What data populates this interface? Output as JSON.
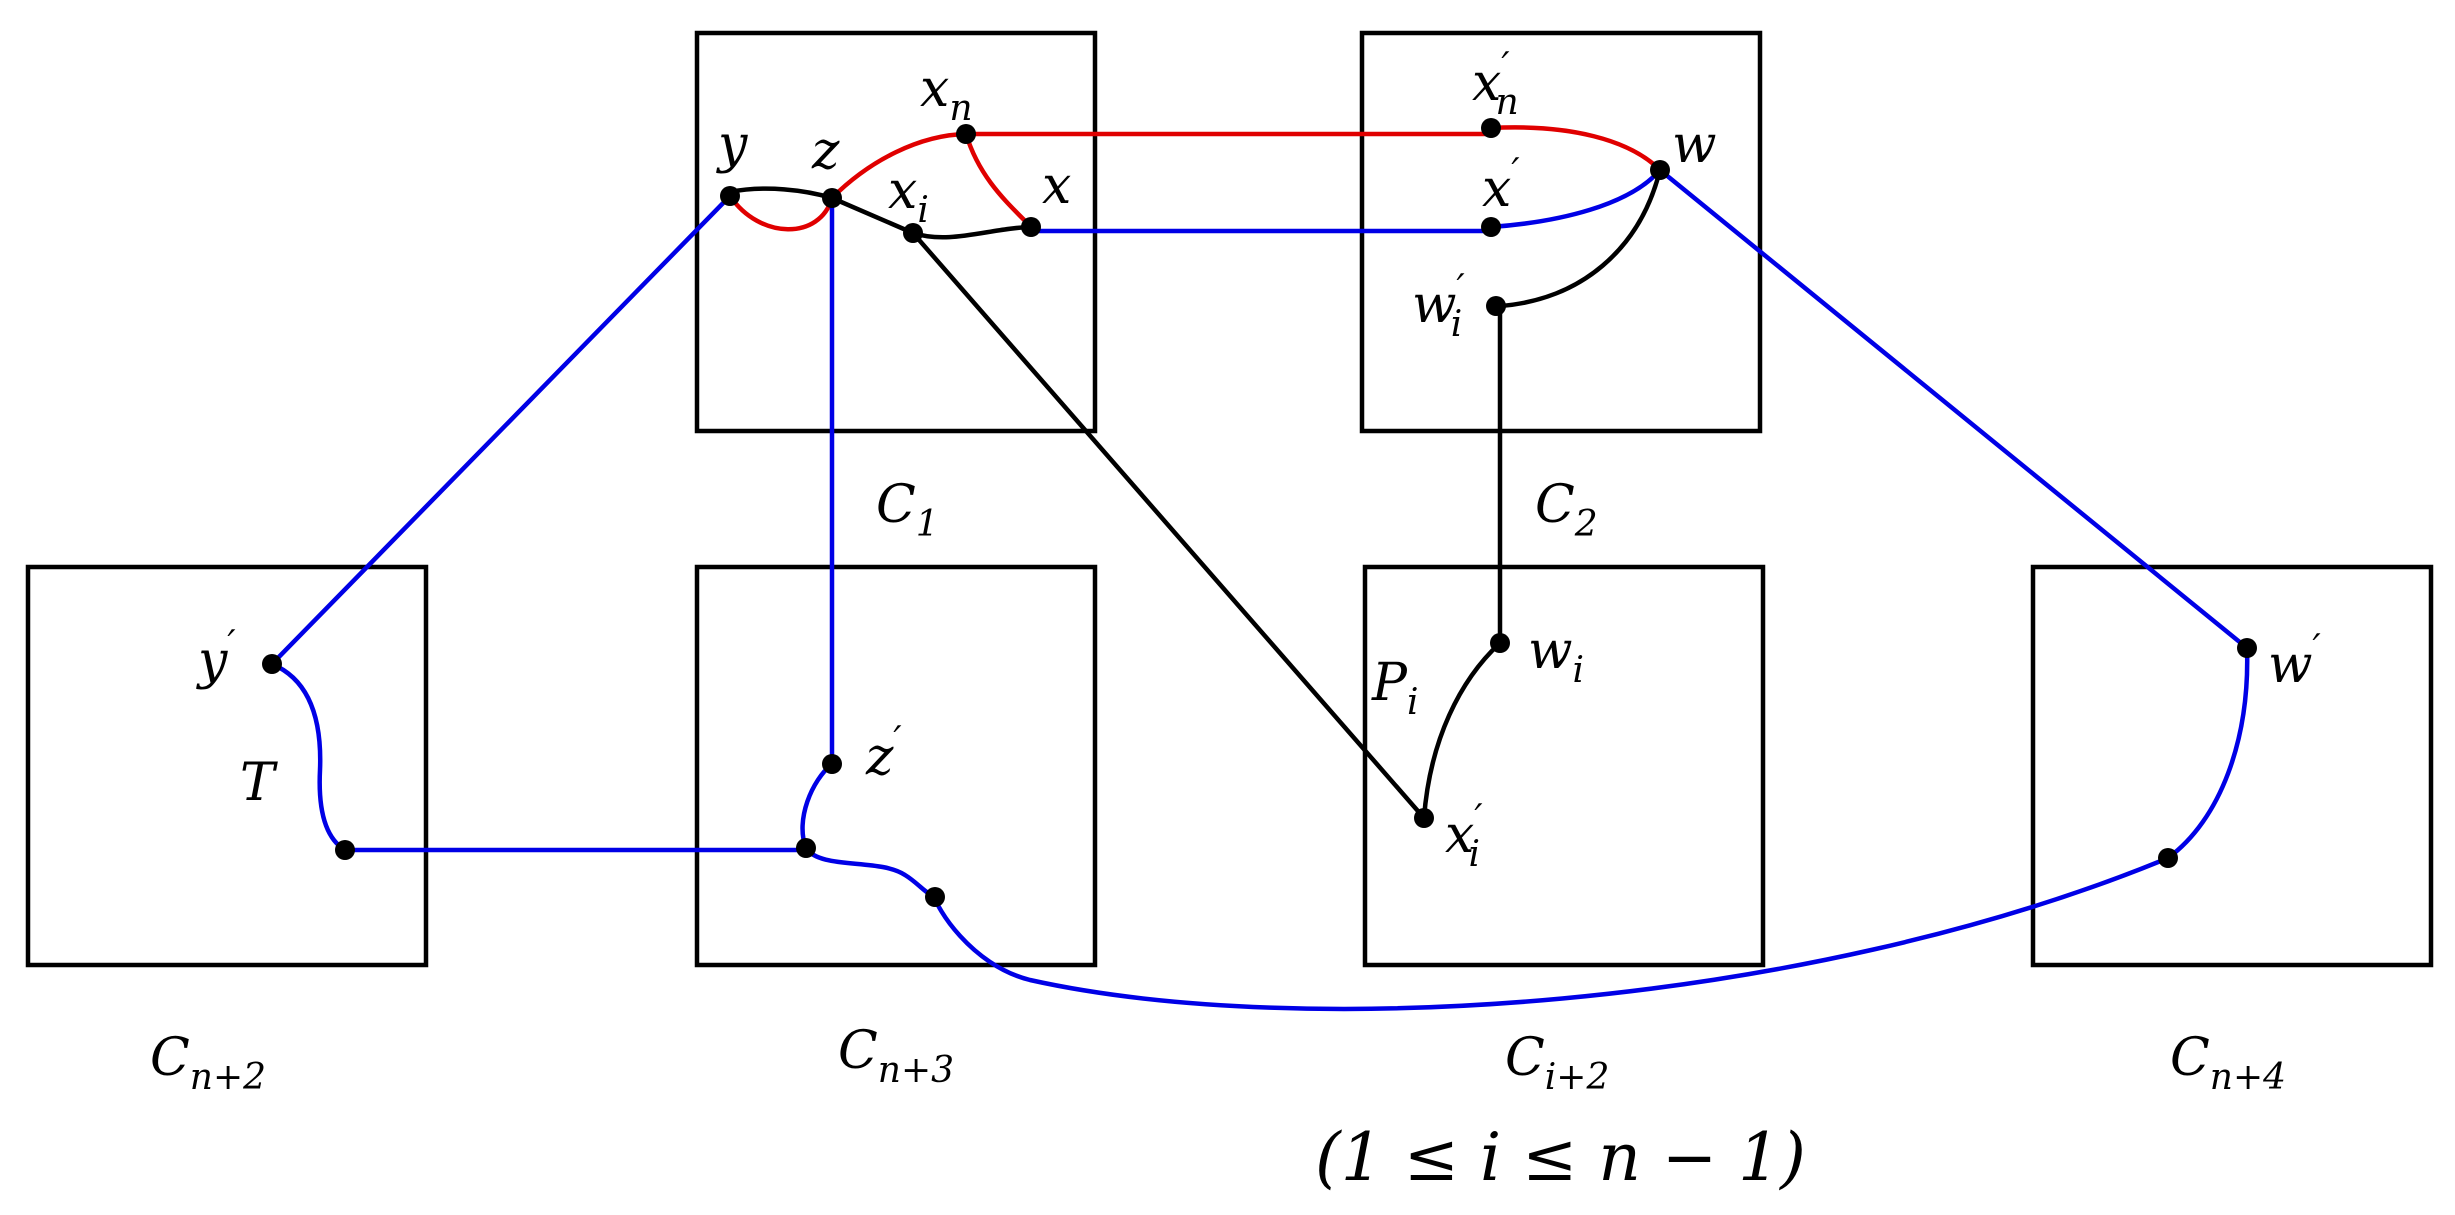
{
  "colors": {
    "black": "#000000",
    "red": "#e00000",
    "blue": "#0000e6"
  },
  "boxes": [
    {
      "name": "C",
      "sub": "1"
    },
    {
      "name": "C",
      "sub": "2"
    },
    {
      "name": "C",
      "sub": "n+2"
    },
    {
      "name": "C",
      "sub": "n+3"
    },
    {
      "name": "C",
      "sub": "i+2"
    },
    {
      "name": "C",
      "sub": "n+4"
    }
  ],
  "condition": "(1 ≤ i ≤ n − 1)",
  "vertices": [
    {
      "base": "y",
      "sub": "",
      "sup": ""
    },
    {
      "base": "z",
      "sub": "",
      "sup": ""
    },
    {
      "base": "x",
      "sub": "n",
      "sup": ""
    },
    {
      "base": "x",
      "sub": "i",
      "sup": ""
    },
    {
      "base": "x",
      "sub": "",
      "sup": ""
    },
    {
      "base": "x",
      "sub": "n",
      "sup": "′"
    },
    {
      "base": "w",
      "sub": "",
      "sup": ""
    },
    {
      "base": "x",
      "sub": "",
      "sup": "′"
    },
    {
      "base": "w",
      "sub": "i",
      "sup": "′"
    },
    {
      "base": "y",
      "sub": "",
      "sup": "′"
    },
    {
      "base": "z",
      "sub": "",
      "sup": "′"
    },
    {
      "base": "w",
      "sub": "i",
      "sup": ""
    },
    {
      "base": "x",
      "sub": "i",
      "sup": "′"
    },
    {
      "base": "w",
      "sub": "",
      "sup": "′"
    }
  ],
  "path_labels": [
    {
      "base": "T",
      "sub": ""
    },
    {
      "base": "P",
      "sub": "i"
    }
  ]
}
